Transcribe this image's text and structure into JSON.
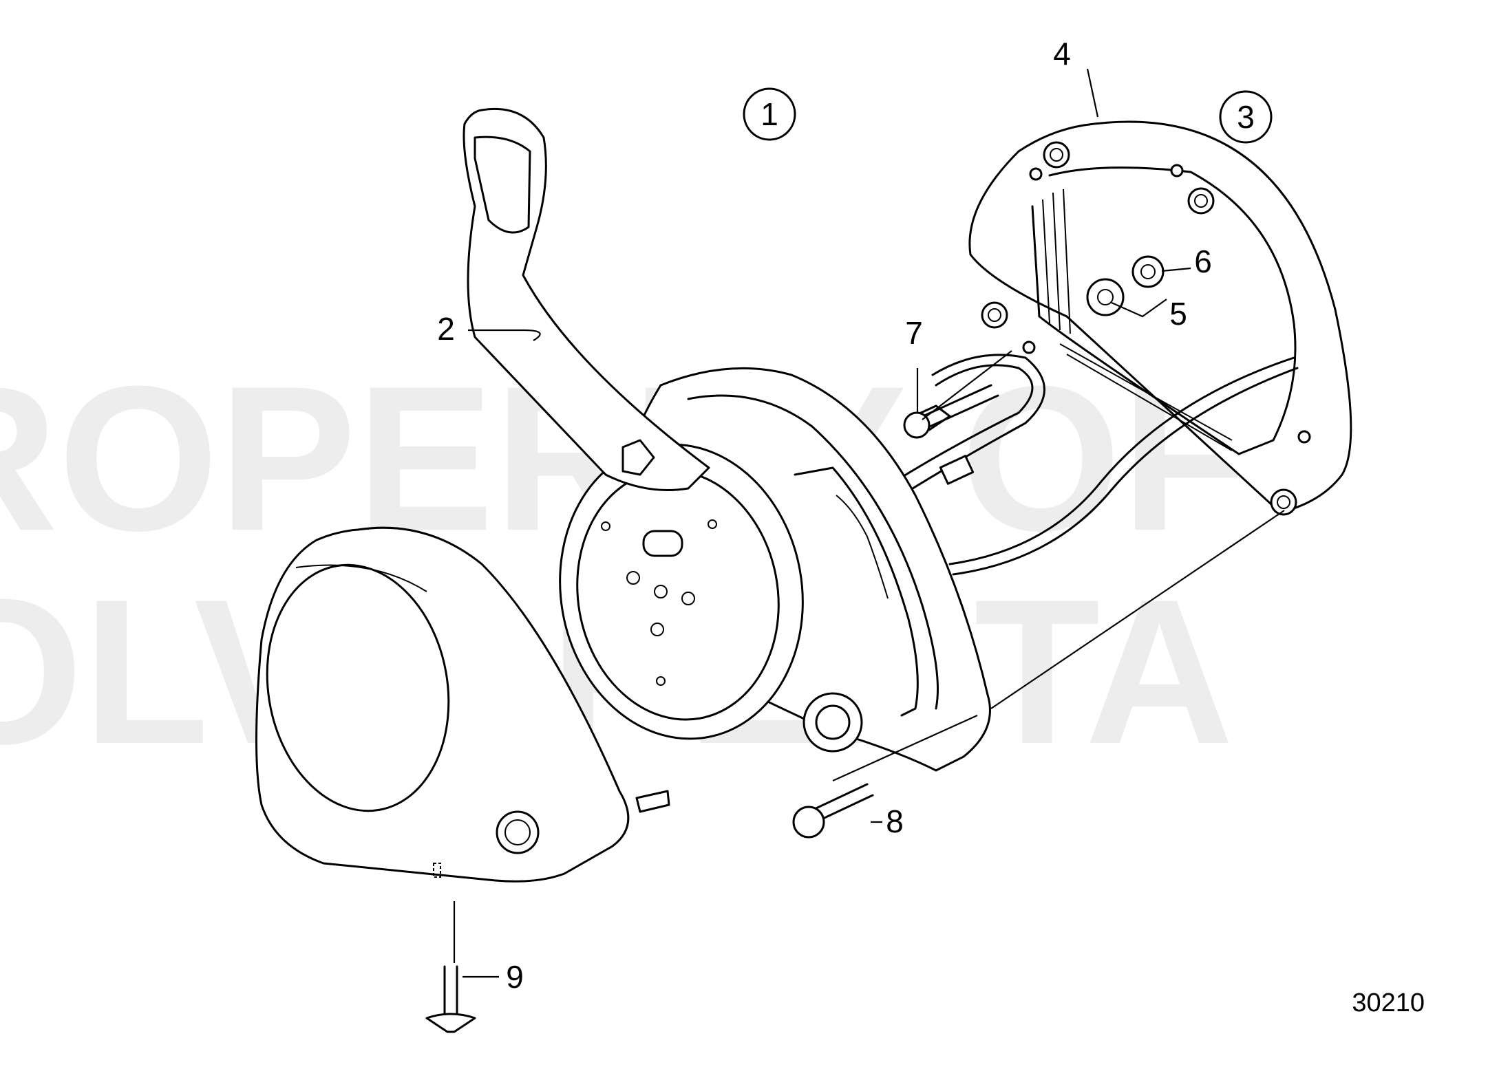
{
  "watermark": {
    "line1": "PROPERTY OF",
    "line2": "VOLVO PENTA"
  },
  "callouts": {
    "c1": "1",
    "c2": "2",
    "c3": "3",
    "c4": "4",
    "c5": "5",
    "c6": "6",
    "c7": "7",
    "c8": "8",
    "c9": "9"
  },
  "figure_number": "30210"
}
